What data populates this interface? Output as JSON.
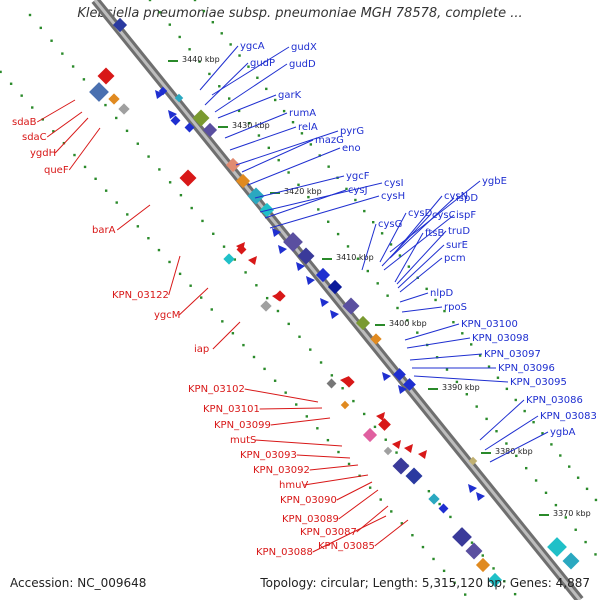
{
  "title": "Klebsiella pneumoniae subsp. pneumoniae MGH 78578, complete ...",
  "footer": {
    "accession": "Accession: NC_009648",
    "summary": "Topology: circular; Length: 5,315,120 bp; Genes: 4,887"
  },
  "colors": {
    "backbone": "#8a8a8a",
    "forward_gene": "#1f2fd0",
    "reverse_gene": "#d81818",
    "tick": "#2a8a2a",
    "cds_palette": [
      "#1f2fd0",
      "#0a1a9a",
      "#5a4fa0",
      "#2aa8c0",
      "#20c0c8",
      "#7a9a30",
      "#e08a20",
      "#d81818",
      "#e060a0",
      "#a0a0a0",
      "#c0b070"
    ]
  },
  "scale_ticks": [
    "3440 kbp",
    "3430 kbp",
    "3420 kbp",
    "3410 kbp",
    "3400 kbp",
    "3390 kbp",
    "3380 kbp",
    "3370 kbp"
  ],
  "forward_genes": [
    "ygcA",
    "gudX",
    "gudP",
    "gudD",
    "garK",
    "rumA",
    "relA",
    "pyrG",
    "mazG",
    "eno",
    "ygcF",
    "cysI",
    "cysJ",
    "cysH",
    "ygbE",
    "cysN",
    "ispD",
    "cysD",
    "cysC",
    "ispF",
    "cysG",
    "ftsB",
    "truD",
    "surE",
    "pcm",
    "nlpD",
    "rpoS",
    "KPN_03100",
    "KPN_03098",
    "KPN_03097",
    "KPN_03096",
    "KPN_03095",
    "KPN_03086",
    "KPN_03083",
    "ygbA"
  ],
  "reverse_genes": [
    "sdaB",
    "sdaC",
    "ygdH",
    "queF",
    "barA",
    "KPN_03122",
    "ygcM",
    "iap",
    "KPN_03102",
    "KPN_03101",
    "KPN_03099",
    "mutS",
    "KPN_03093",
    "KPN_03092",
    "hmuV",
    "KPN_03090",
    "KPN_03089",
    "KPN_03087",
    "KPN_03088",
    "KPN_03085"
  ]
}
